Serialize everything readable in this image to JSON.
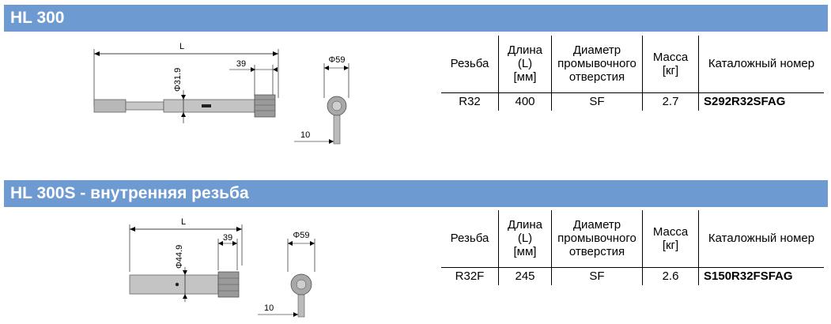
{
  "sections": [
    {
      "title": "HL 300",
      "drawing": {
        "length_label": "L",
        "diameter_label": "Φ31.9",
        "spline_length_label": "39",
        "end_view_diameter_label": "Φ59",
        "flush_label": "10"
      },
      "table": {
        "headers": [
          "Резьба",
          "Длина\n(L)\n[мм]",
          "Диаметр\nпромывочного\nотверстия",
          "Масса\n[кг]",
          "Каталожный номер"
        ],
        "row": [
          "R32",
          "400",
          "SF",
          "2.7",
          "S292R32SFAG"
        ]
      }
    },
    {
      "title": "HL 300S - внутренняя резьба",
      "drawing": {
        "length_label": "L",
        "diameter_label": "Φ44.9",
        "spline_length_label": "39",
        "end_view_diameter_label": "Φ59",
        "flush_label": "10"
      },
      "table": {
        "headers": [
          "Резьба",
          "Длина\n(L)\n[мм]",
          "Диаметр\nпромывочного\nотверстия",
          "Масса\n[кг]",
          "Каталожный номер"
        ],
        "row": [
          "R32F",
          "245",
          "SF",
          "2.6",
          "S150R32FSFAG"
        ]
      }
    }
  ]
}
